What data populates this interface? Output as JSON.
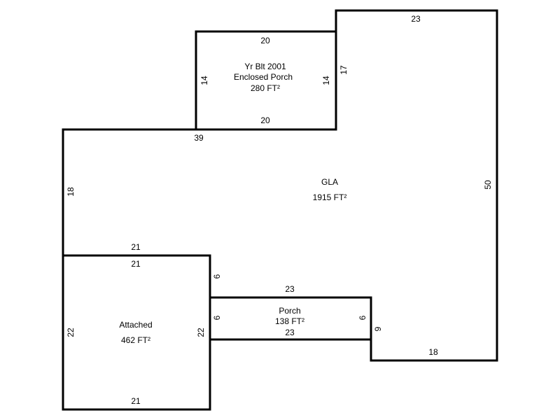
{
  "areas": {
    "enclosed_porch": {
      "year": "Yr Blt 2001",
      "name": "Enclosed Porch",
      "area": "280 FT²"
    },
    "gla": {
      "name": "GLA",
      "area": "1915 FT²"
    },
    "attached": {
      "name": "Attached",
      "area": "462 FT²"
    },
    "porch": {
      "name": "Porch",
      "area": "138 FT²"
    }
  },
  "dimensions": {
    "ep_top": "20",
    "ep_bottom": "20",
    "ep_left": "14",
    "ep_right": "14",
    "gla_top": "23",
    "gla_right": "50",
    "gla_17": "17",
    "gla_39": "39",
    "gla_left": "18",
    "gla_21": "21",
    "gla_6": "6",
    "gla_23": "23",
    "gla_9": "9",
    "gla_bottom": "18",
    "att_top": "21",
    "att_bottom": "21",
    "att_left": "22",
    "att_right": "22",
    "porch_top": "23",
    "porch_bottom": "23",
    "porch_left": "6",
    "porch_right": "6"
  },
  "colors": {
    "line": "#000000",
    "background": "#ffffff"
  }
}
